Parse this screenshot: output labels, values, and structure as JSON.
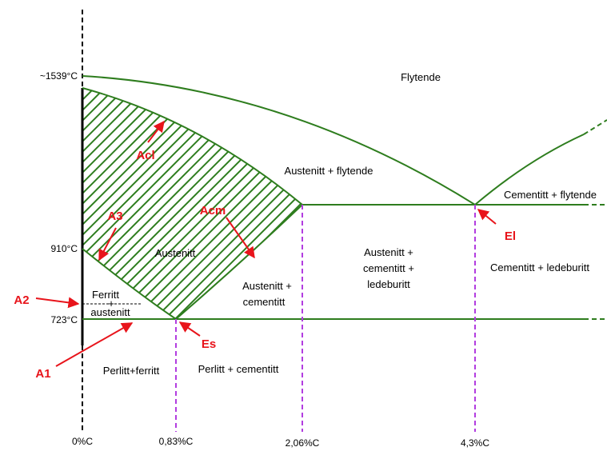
{
  "colors": {
    "phase_line": "#2e7d1e",
    "hatch": "#2e7d1e",
    "annotation": "#e8141b",
    "divider": "#b23de0",
    "axis": "#000000"
  },
  "temperatures": {
    "t1539": "~1539°C",
    "t910": "910°C",
    "t723": "723°C"
  },
  "compositions": {
    "c0": "0%C",
    "c083": "0,83%C",
    "c206": "2,06%C",
    "c43": "4,3%C"
  },
  "regions": {
    "flytende": "Flytende",
    "austenitt_flytende": "Austenitt + flytende",
    "cementitt_flytende": "Cementitt + flytende",
    "austenitt": "Austenitt",
    "austenitt_cementitt_1": "Austenitt +",
    "austenitt_cementitt_2": "cementitt",
    "aus_cem_led_1": "Austenitt +",
    "aus_cem_led_2": "cementitt +",
    "aus_cem_led_3": "ledeburitt",
    "cementitt_ledeburitt": "Cementitt + ledeburitt",
    "ferritt_1": "Ferritt",
    "ferritt_plus": "+",
    "ferritt_2": "austenitt",
    "perlitt_ferritt": "Perlitt+ferritt",
    "perlitt_cementitt": "Perlitt + cementitt"
  },
  "annotations": {
    "acl": "Acl",
    "a3": "A3",
    "acm": "Acm",
    "a2": "A2",
    "a1": "A1",
    "es": "Es",
    "el": "El"
  }
}
